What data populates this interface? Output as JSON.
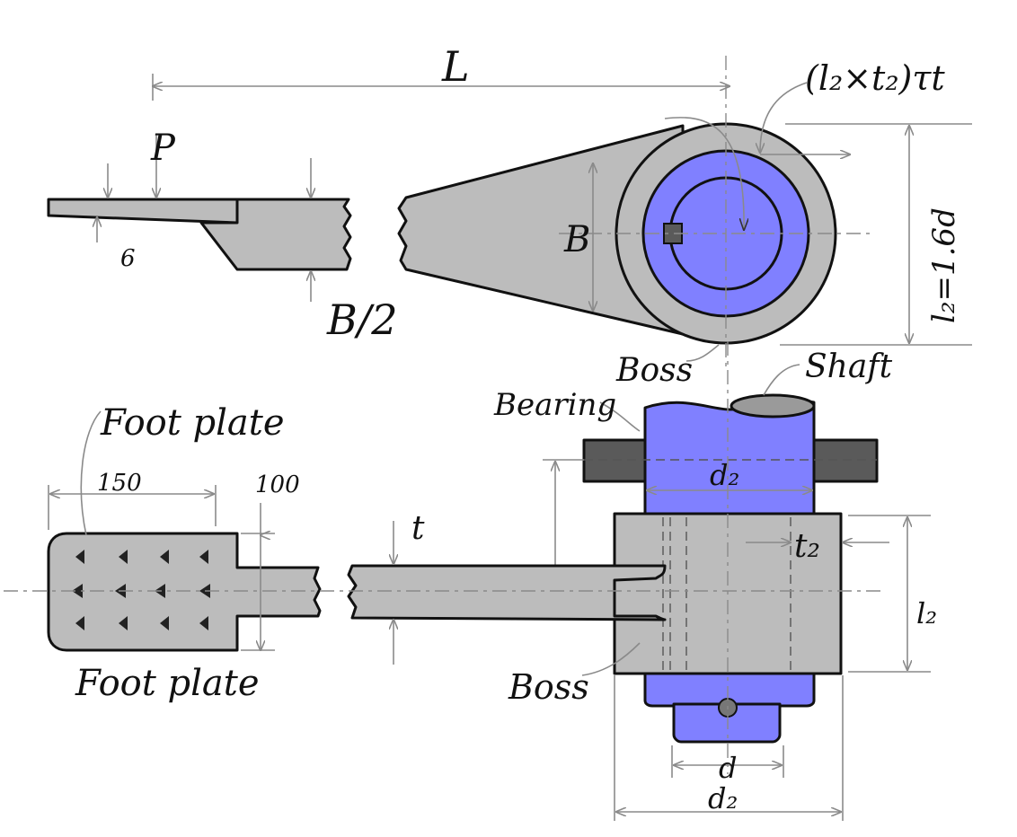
{
  "colors": {
    "part_gray": "#bcbcbc",
    "shaft_blue": "#8080ff",
    "bearing_dark": "#5a5a5a",
    "outline": "#111111",
    "dimension": "#8a8a8a"
  },
  "labels": {
    "length_L": "L",
    "load_P": "P",
    "thickness_6": "6",
    "half_width": "B/2",
    "width_B": "B",
    "torque_force": "(l₂×t₂)τt",
    "boss_length_eq": "l₂=1.6d",
    "boss_top": "Boss",
    "shaft": "Shaft",
    "bearing": "Bearing",
    "foot_plate_top": "Foot plate",
    "dim_150": "150",
    "dim_100": "100",
    "thickness_t": "t",
    "boss_dia_top": "d₂",
    "hub_thickness": "t₂",
    "boss_length": "l₂",
    "boss_bottom": "Boss",
    "foot_plate_bottom": "Foot plate",
    "shaft_dia": "d",
    "boss_dia_bottom": "d₂"
  }
}
